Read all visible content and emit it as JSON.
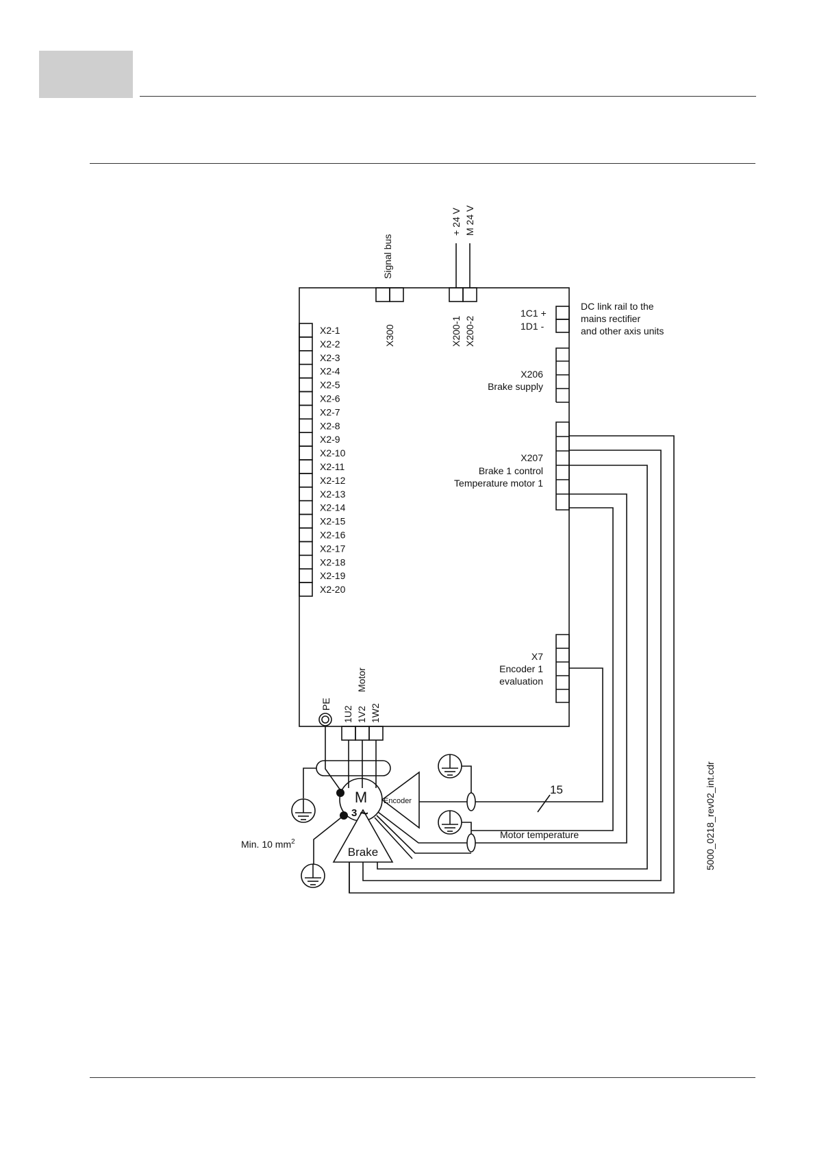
{
  "diagram": {
    "signal_bus": "Signal bus",
    "x300": "X300",
    "plus_24v": "+ 24 V",
    "m_24v": "M 24 V",
    "x200_1": "X200-1",
    "x200_2": "X200-2",
    "c1_label": "1C1  +",
    "d1_label": "1D1  -",
    "dc_link_lines": [
      "DC link rail to the",
      "mains rectifier",
      "and other axis units"
    ],
    "x2_terminals": [
      "X2-1",
      "X2-2",
      "X2-3",
      "X2-4",
      "X2-5",
      "X2-6",
      "X2-7",
      "X2-8",
      "X2-9",
      "X2-10",
      "X2-11",
      "X2-12",
      "X2-13",
      "X2-14",
      "X2-15",
      "X2-16",
      "X2-17",
      "X2-18",
      "X2-19",
      "X2-20"
    ],
    "x206": "X206",
    "brake_supply": "Brake supply",
    "x207": "X207",
    "brake1_control": "Brake 1 control",
    "temp_motor1": "Temperature motor 1",
    "x7": "X7",
    "encoder1": "Encoder 1",
    "evaluation": "evaluation",
    "motor_label": "Motor",
    "pe": "PE",
    "u2": "1U2",
    "v2": "1V2",
    "w2": "1W2",
    "motor_m": "M",
    "motor_phase": "3",
    "motor_tilde": "~",
    "encoder": "Encoder",
    "brake": "Brake",
    "cable_number": "15",
    "motor_temperature": "Motor temperature",
    "min_section": "Min. 10 mm",
    "min_section_sup": "2",
    "file_ref": "5000_0218_rev02_int.cdr"
  }
}
